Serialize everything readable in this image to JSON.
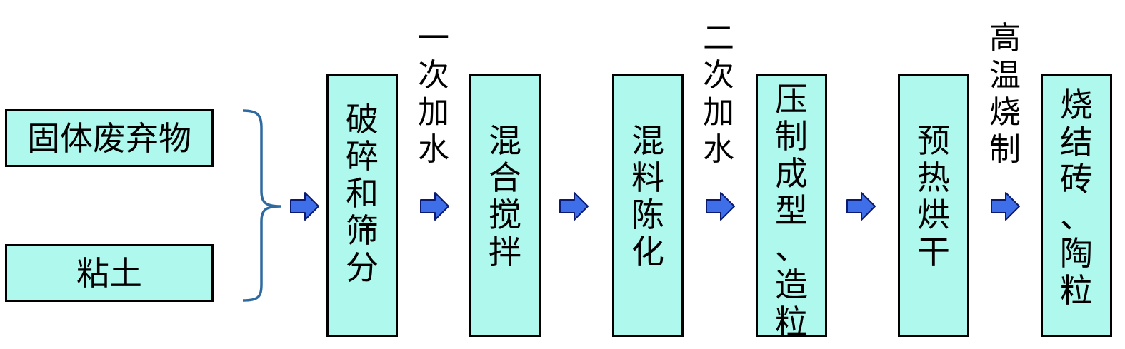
{
  "colors": {
    "box_fill": "#aef8ee",
    "arrow_fill": "#3f6fe8",
    "arrow_stroke": "#0b1a6e",
    "brace": "#2e6aa0"
  },
  "inputs": [
    {
      "label": "固体废弃物"
    },
    {
      "label": "粘土"
    }
  ],
  "steps": [
    {
      "label": "破碎和筛分"
    },
    {
      "label": "混合搅拌"
    },
    {
      "label": "混料陈化"
    },
    {
      "label": "压制成型、造粒"
    },
    {
      "label": "预热烘干"
    },
    {
      "label": "烧结砖、陶粒"
    }
  ],
  "annotations": [
    {
      "label": "一次加水"
    },
    {
      "label": "二次加水"
    },
    {
      "label": "高温烧制"
    }
  ],
  "icons": {
    "arrow": "right-arrow-icon",
    "brace": "right-curly-brace-icon"
  }
}
